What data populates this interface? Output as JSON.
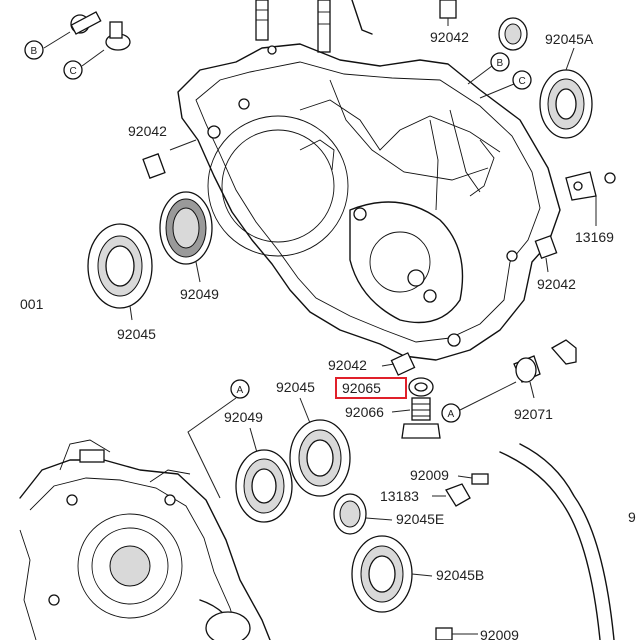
{
  "labels": {
    "l_92042_top": "92042",
    "l_92045A": "92045A",
    "l_92042_left": "92042",
    "l_13169": "13169",
    "l_92042_right": "92042",
    "l_92049_top": "92049",
    "l_92045_left": "92045",
    "l_001": "001",
    "l_92042_mid": "92042",
    "l_92065": "92065",
    "l_92066": "92066",
    "l_92071": "92071",
    "l_92049_low": "92049",
    "l_92045_low": "92045",
    "l_92009_a": "92009",
    "l_13183": "13183",
    "l_92045E": "92045E",
    "l_92045B": "92045B",
    "l_92009_b": "92009",
    "l_9_right": "9"
  },
  "refs": {
    "ref_B_left": "B",
    "ref_C_left": "C",
    "ref_B_top": "B",
    "ref_C_top": "C",
    "ref_A_upper": "A",
    "ref_A_lower": "A"
  },
  "colors": {
    "highlight": "#e0202a",
    "line": "#111111"
  }
}
